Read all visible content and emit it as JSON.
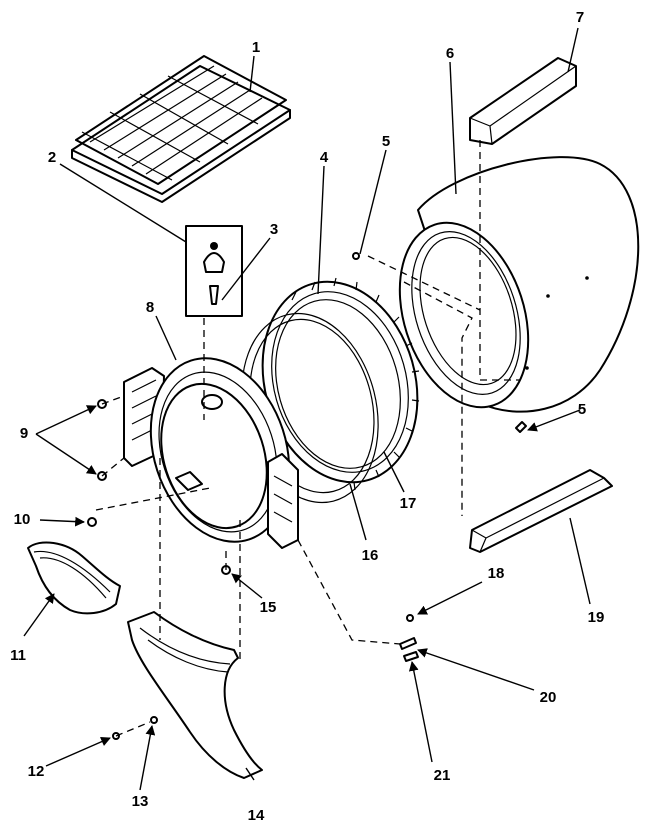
{
  "diagram": {
    "callouts": [
      "1",
      "2",
      "3",
      "4",
      "5",
      "5",
      "6",
      "7",
      "8",
      "9",
      "10",
      "11",
      "12",
      "13",
      "14",
      "15",
      "16",
      "17",
      "18",
      "19",
      "20",
      "21"
    ]
  }
}
